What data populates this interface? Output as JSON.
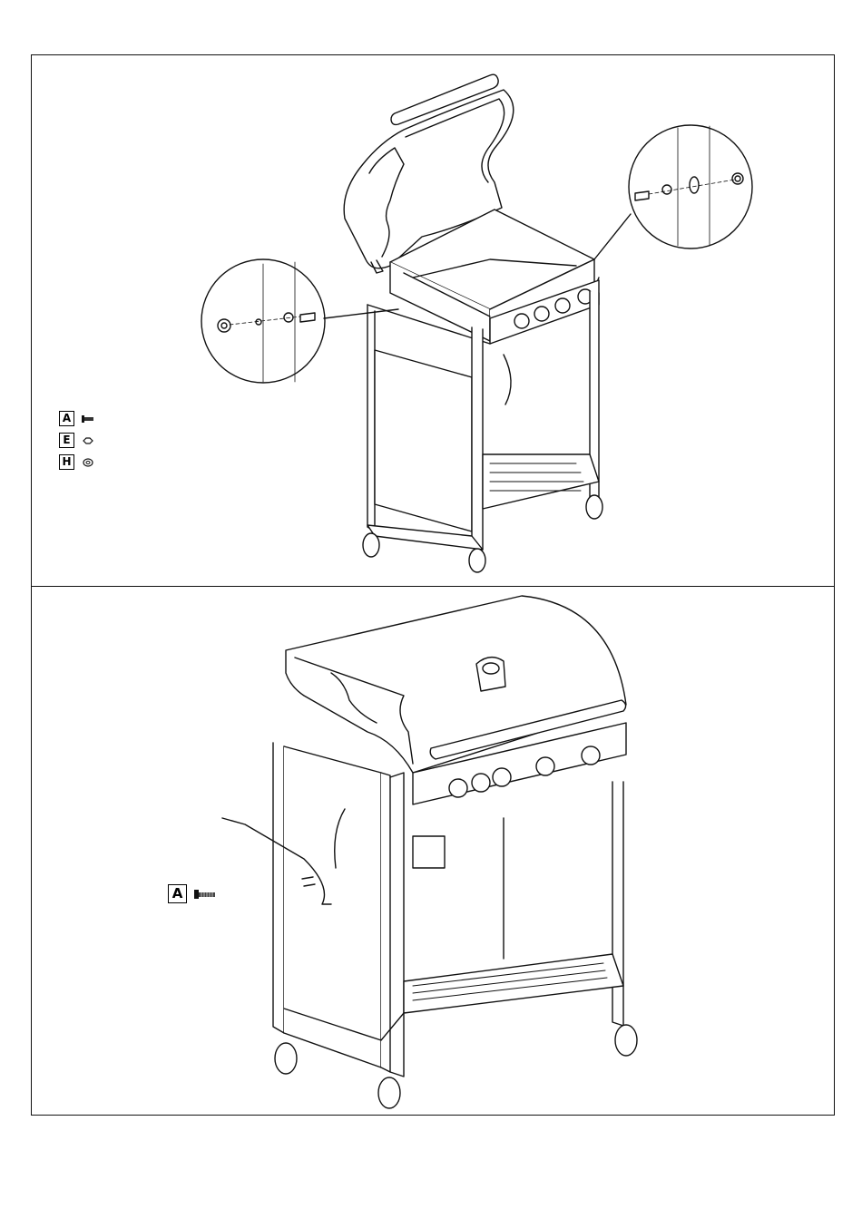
{
  "steps": [
    {
      "id": "top",
      "parts": [
        {
          "letter": "A",
          "icon": "screw-icon"
        },
        {
          "letter": "E",
          "icon": "nut-icon"
        },
        {
          "letter": "H",
          "icon": "washer-icon"
        }
      ]
    },
    {
      "id": "bottom",
      "parts": [
        {
          "letter": "A",
          "icon": "screw-icon"
        }
      ]
    }
  ]
}
